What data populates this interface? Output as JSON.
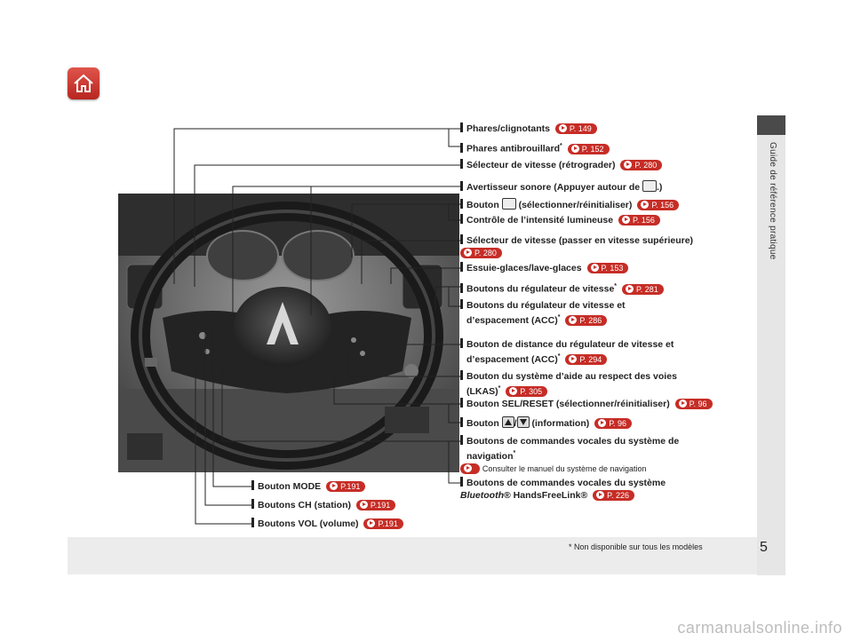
{
  "section_title": "Guide de référence pratique",
  "page_number": "5",
  "footnote": "* Non disponible sur tous les modèles",
  "watermark": "carmanualsonline.info",
  "callouts_right": [
    {
      "label": "Phares/clignotants",
      "ref": "P. 149"
    },
    {
      "label": "Phares antibrouillard",
      "sup": "*",
      "ref": "P. 152"
    },
    {
      "label": "Sélecteur de vitesse (rétrograder)",
      "ref": "P. 280"
    },
    {
      "label_a": "Avertisseur sonore (Appuyer autour de",
      "label_b": ".)"
    },
    {
      "label_a": "Bouton",
      "label_b": "(sélectionner/réinitialiser)",
      "ref": "P. 156"
    },
    {
      "label": "Contrôle de l’intensité lumineuse",
      "ref": "P. 156"
    },
    {
      "label": "Sélecteur de vitesse (passer en vitesse supérieure)",
      "ref": "P. 280"
    },
    {
      "label": "Essuie-glaces/lave-glaces",
      "ref": "P. 153"
    },
    {
      "label": "Boutons du régulateur de vitesse",
      "sup": "*",
      "ref": "P. 281"
    },
    {
      "label_a": "Boutons du régulateur de vitesse et",
      "label_b": "d’espacement (ACC)",
      "sup": "*",
      "ref": "P. 286"
    },
    {
      "label_a": "Bouton de distance du régulateur de vitesse et",
      "label_b": "d’espacement (ACC)",
      "sup": "*",
      "ref": "P. 294"
    },
    {
      "label_a": "Bouton du système d’aide au respect des voies",
      "label_b": "(LKAS)",
      "sup": "*",
      "ref": "P. 305"
    },
    {
      "label": "Bouton SEL/RESET (sélectionner/réinitialiser)",
      "ref": "P. 96"
    },
    {
      "label_a": "Bouton",
      "label_b": "(information)",
      "ref": "P. 96"
    },
    {
      "label_a": "Boutons de commandes vocales du système de",
      "label_b": "navigation",
      "sup": "*",
      "note": "Consulter le manuel du système de navigation"
    },
    {
      "label_a": "Boutons de commandes vocales du système",
      "label_b_italic": "Bluetooth",
      "label_b_rest": "® HandsFreeLink®",
      "ref": "P. 226"
    }
  ],
  "callouts_left": [
    {
      "label": "Bouton MODE",
      "ref": "P.191"
    },
    {
      "label": "Boutons CH (station)",
      "ref": "P.191"
    },
    {
      "label": "Boutons VOL (volume)",
      "ref": "P.191"
    }
  ],
  "colors": {
    "accent_red": "#c62d26",
    "text": "#222222",
    "tab_gray": "#e6e6e6"
  }
}
